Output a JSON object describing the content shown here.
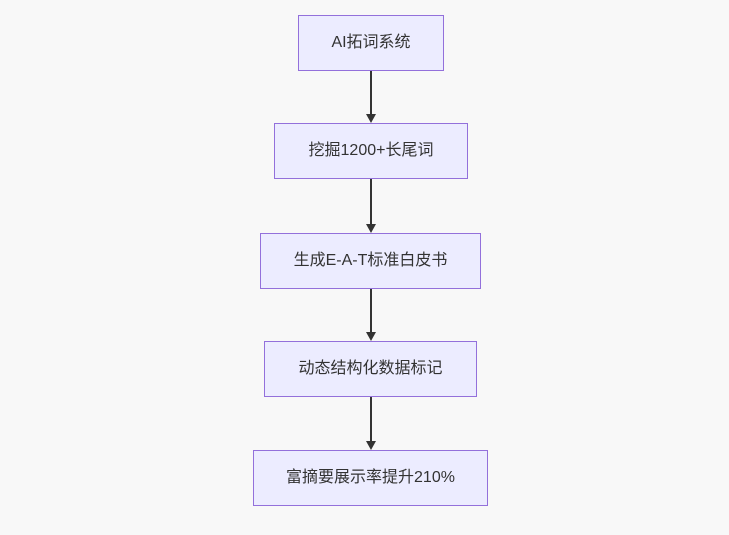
{
  "flowchart": {
    "direction": "top-down",
    "nodes": [
      {
        "id": "node-1",
        "label": "AI拓词系统"
      },
      {
        "id": "node-2",
        "label": "挖掘1200+长尾词"
      },
      {
        "id": "node-3",
        "label": "生成E-A-T标准白皮书"
      },
      {
        "id": "node-4",
        "label": "动态结构化数据标记"
      },
      {
        "id": "node-5",
        "label": "富摘要展示率提升210%"
      }
    ],
    "edges": [
      {
        "from": "node-1",
        "to": "node-2"
      },
      {
        "from": "node-2",
        "to": "node-3"
      },
      {
        "from": "node-3",
        "to": "node-4"
      },
      {
        "from": "node-4",
        "to": "node-5"
      }
    ],
    "colors": {
      "node_fill": "#ECECFF",
      "node_border": "#9370DB",
      "node_text": "#333333",
      "arrow": "#333333",
      "background": "#f8f8f8"
    }
  }
}
